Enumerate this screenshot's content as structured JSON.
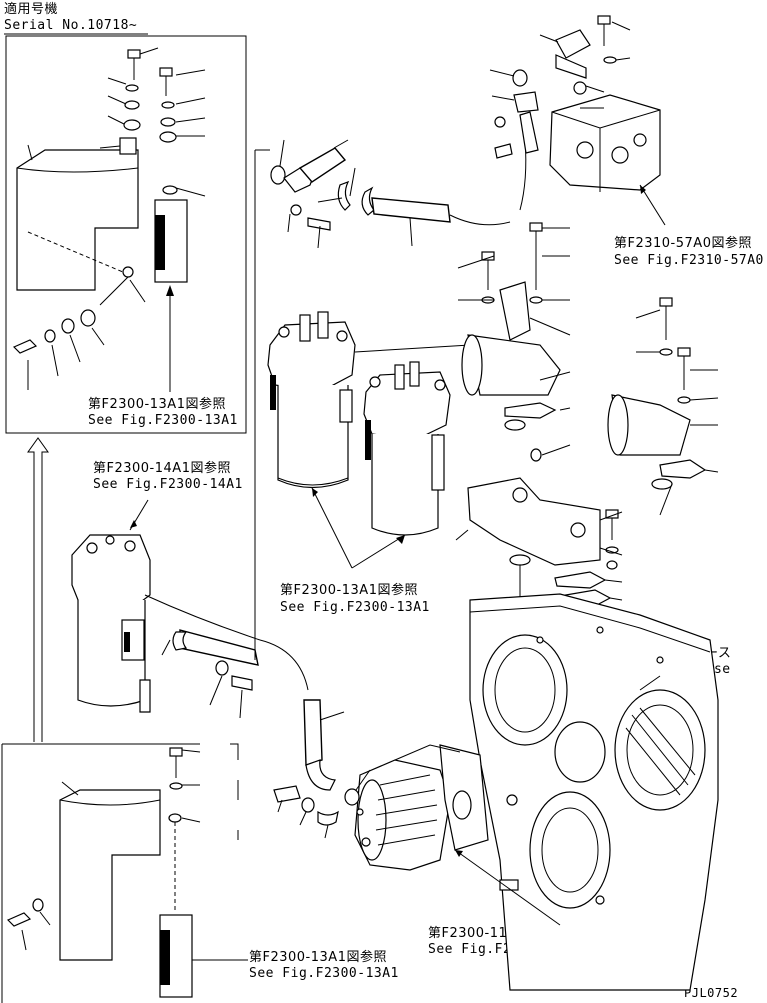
{
  "header": {
    "applicable_models": "適用号機",
    "serial": "Serial No.10718~"
  },
  "refs": {
    "f2310_jp": "第F2310-57A0図参照",
    "f2310_en": "See Fig.F2310-57A0",
    "f1_jp": "第F2300-13A1図参照",
    "f1_en": "See Fig.F2300-13A1",
    "f14_jp": "第F2300-14A1図参照",
    "f14_en": "See Fig.F2300-14A1",
    "f2_jp": "第F2300-13A1図参照",
    "f2_en": "See Fig.F2300-13A1",
    "f11_jp": "第F2300-11A1図参照",
    "f11_en": "See Fig.F2300-11A1",
    "f3_jp": "第F2300-13A1図参照",
    "f3_en": "See Fig.F2300-13A1"
  },
  "pto": {
    "jp": "PTOケース",
    "en": "PTO Case"
  },
  "drawing_code": "PJL0752"
}
